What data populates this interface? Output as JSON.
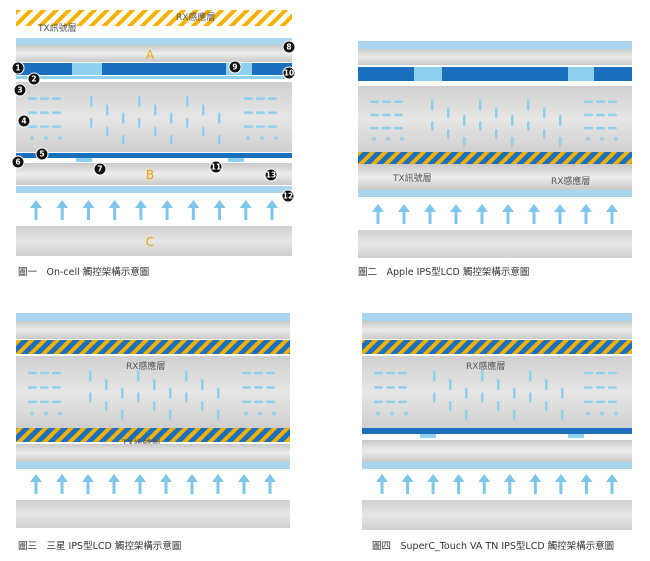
{
  "colors": {
    "glass": "#dcdcdc",
    "glass_edge": "#bdbdbd",
    "polarizer": "#a9d6ee",
    "electrode": "#1a6fbe",
    "electrode_light": "#8fd0ee",
    "liquid_crystal": "#8fd0ee",
    "sensor_stripe": "#f5b100",
    "label_accent": "#f0a500"
  },
  "figures": [
    {
      "caption": "圖一　On-cell 觸控架構示意圖",
      "rx_label": "RX感應層",
      "tx_label": "TX訊號層",
      "label_a": "A",
      "label_b": "B",
      "label_c": "C",
      "markers": [
        "1",
        "2",
        "3",
        "4",
        "5",
        "6",
        "7",
        "8",
        "9",
        "10",
        "11",
        "12",
        "13"
      ]
    },
    {
      "caption": "圖二　Apple IPS型LCD 觸控架構示意圖",
      "tx_label": "TX訊號層",
      "rx_label": "RX感應層"
    },
    {
      "caption": "圖三　三星 IPS型LCD 觸控架構示意圖",
      "rx_label": "RX感應層",
      "tx_label": "TX訊號層"
    },
    {
      "caption": "圖四　SuperC_Touch VA TN IPS型LCD 觸控架構示意圖",
      "rx_label": "RX感應層"
    }
  ]
}
